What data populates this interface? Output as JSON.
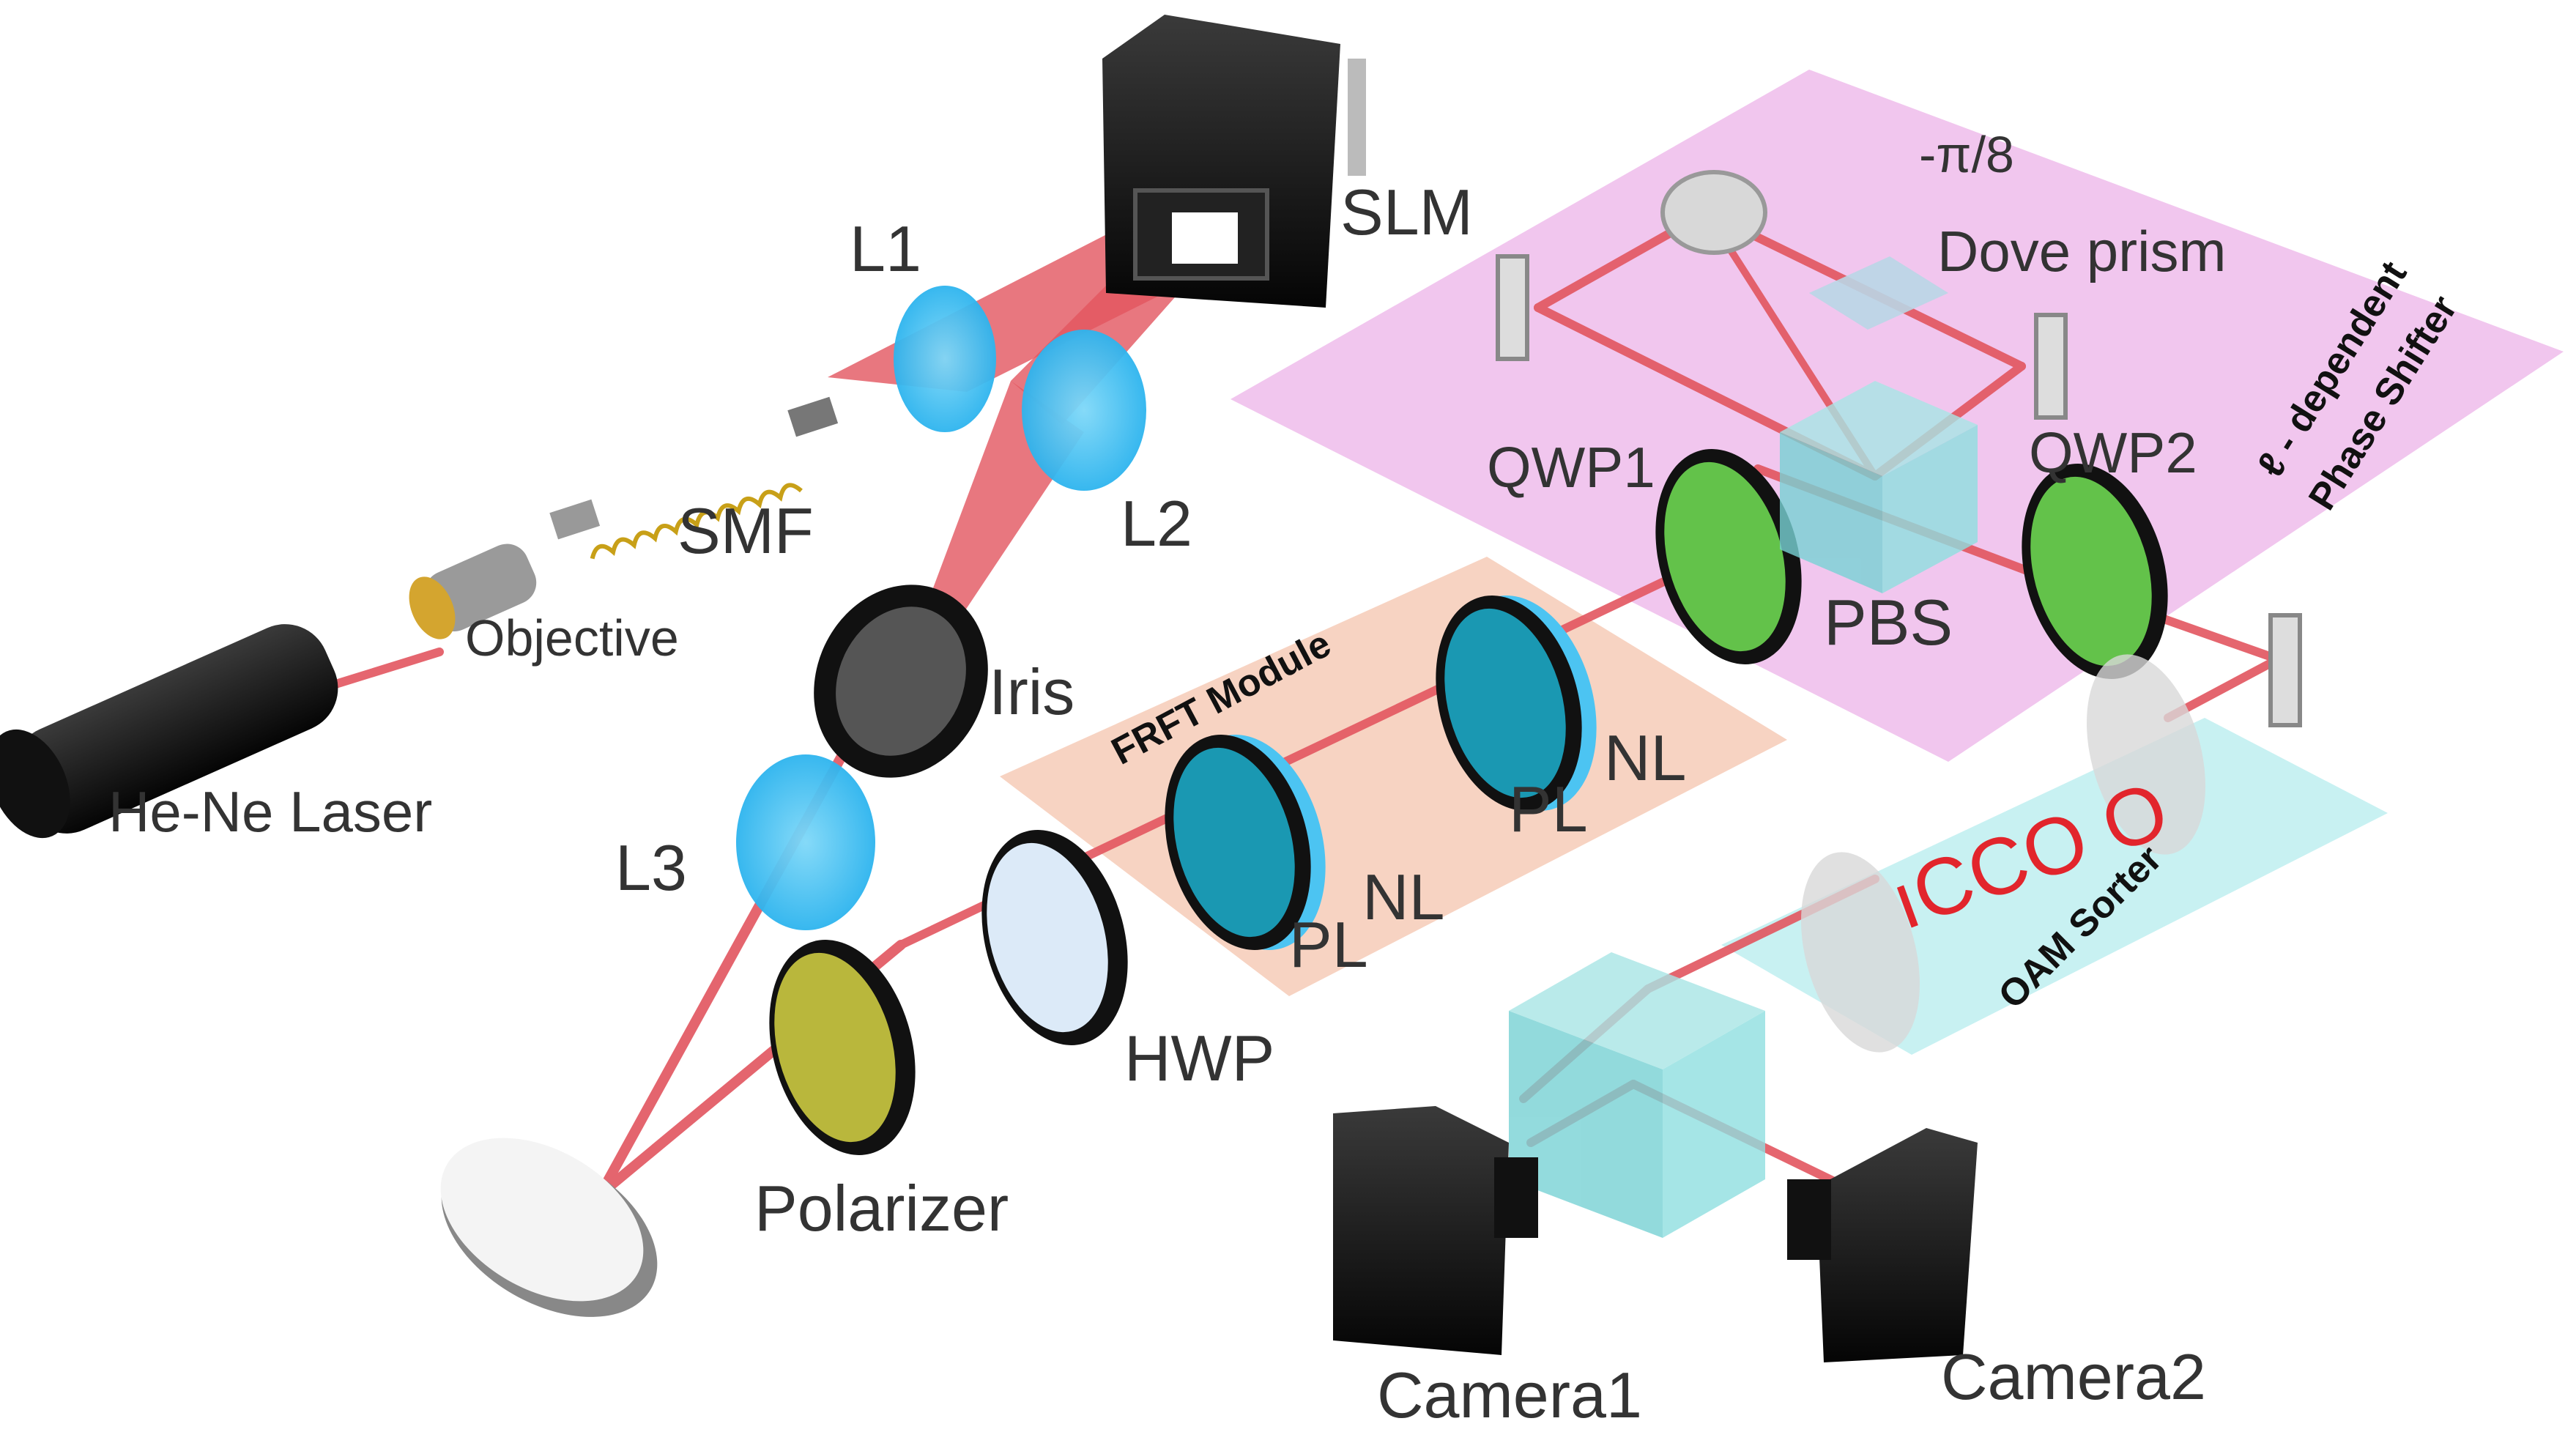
{
  "labels": {
    "slm": "SLM",
    "l1": "L1",
    "l2": "L2",
    "l3": "L3",
    "smf": "SMF",
    "objective": "Objective",
    "laser": "He-Ne Laser",
    "iris": "Iris",
    "polarizer": "Polarizer",
    "hwp": "HWP",
    "pl_front": "PL",
    "nl_front": "NL",
    "pl_back": "PL",
    "nl_back": "NL",
    "qwp1": "QWP1",
    "qwp2": "QWP2",
    "pbs": "PBS",
    "dove_prism": "Dove prism",
    "angle": "-π/8",
    "camera1": "Camera1",
    "camera2": "Camera2"
  },
  "panels": {
    "phase_shifter_line1": "ℓ - dependent",
    "phase_shifter_line2": "Phase Shifter",
    "frft_module": "FRFT Module",
    "oam_sorter": "OAM Sorter"
  },
  "colors": {
    "beam": "#e2555f",
    "phase_shifter_panel": "#f1c6ee",
    "frft_panel": "#f7d3c2",
    "oam_panel": "#c8f1f2",
    "lens_blue": "#4cc4f2",
    "qwp_green": "#63c24a",
    "polarizer_yellow": "#b9b73c",
    "cube_cyan": "#8fdfe0"
  }
}
